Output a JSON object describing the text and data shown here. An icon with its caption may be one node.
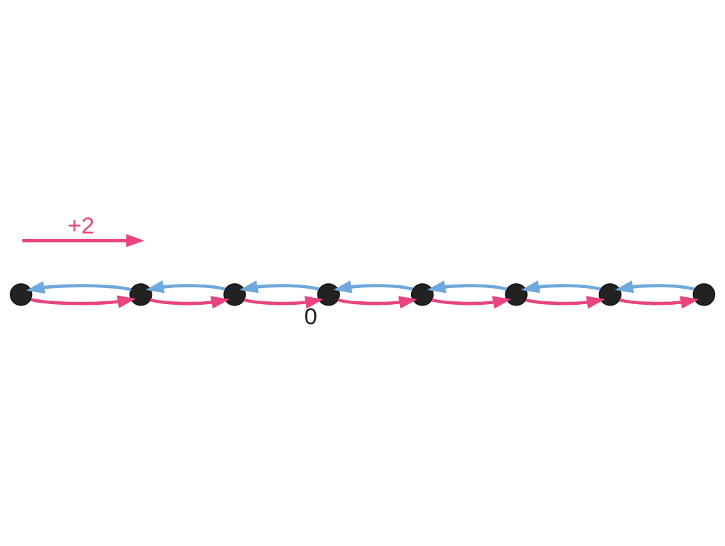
{
  "diagram": {
    "nodes": [
      {
        "text": [],
        "shape": "circle"
      },
      {
        "text": [],
        "shape": "circle"
      },
      {
        "text": [],
        "shape": "circle"
      },
      {
        "text": [],
        "shape": "circle",
        "beside": [
          "0"
        ]
      },
      {
        "text": [],
        "shape": "circle"
      },
      {
        "text": [],
        "shape": "circle"
      },
      {
        "text": [],
        "shape": "circle"
      },
      {
        "text": [],
        "shape": "circle"
      }
    ],
    "edges": [
      {
        "from": 0,
        "to": 1,
        "arrow": "to",
        "color": "#e8457f"
      },
      {
        "from": 1,
        "to": 0,
        "arrow": "to",
        "color": "#6fa8dc"
      },
      {
        "from": 1,
        "to": 2,
        "arrow": "to",
        "color": "#e8457f"
      },
      {
        "from": 2,
        "to": 1,
        "arrow": "to",
        "color": "#6fa8dc"
      },
      {
        "from": 2,
        "to": 3,
        "arrow": "to",
        "color": "#e8457f"
      },
      {
        "from": 3,
        "to": 2,
        "arrow": "to",
        "color": "#6fa8dc"
      },
      {
        "from": 3,
        "to": 4,
        "arrow": "to",
        "color": "#e8457f"
      },
      {
        "from": 4,
        "to": 3,
        "arrow": "to",
        "color": "#6fa8dc"
      },
      {
        "from": 4,
        "to": 5,
        "arrow": "to",
        "color": "#e8457f"
      },
      {
        "from": 5,
        "to": 4,
        "arrow": "to",
        "color": "#6fa8dc"
      },
      {
        "from": 5,
        "to": 6,
        "arrow": "to",
        "color": "#e8457f"
      },
      {
        "from": 6,
        "to": 5,
        "arrow": "to",
        "color": "#6fa8dc"
      },
      {
        "from": 6,
        "to": 7,
        "arrow": "to",
        "color": "#e8457f"
      },
      {
        "from": 7,
        "to": 6,
        "arrow": "to",
        "color": "#6fa8dc"
      }
    ],
    "legend": [
      {
        "text": "+2",
        "color": "#e8457f"
      }
    ]
  }
}
